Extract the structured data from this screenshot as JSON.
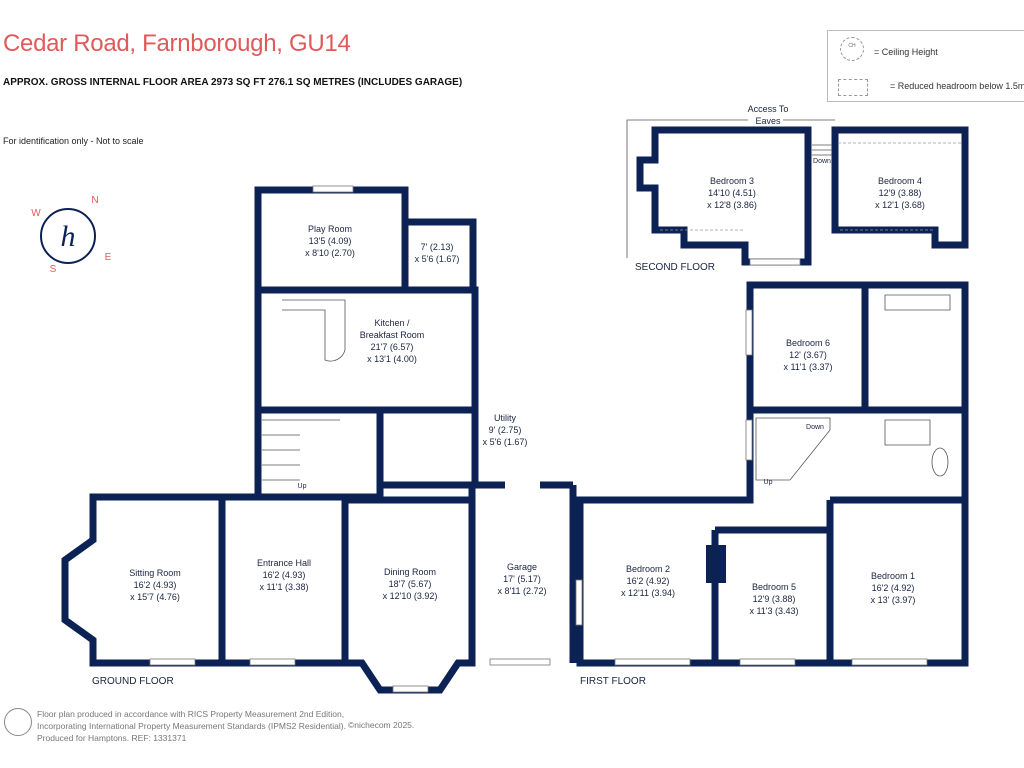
{
  "header": {
    "title": "Cedar Road, Farnborough, GU14",
    "area": "APPROX. GROSS INTERNAL FLOOR AREA 2973 SQ FT 276.1 SQ METRES (INCLUDES GARAGE)",
    "note": "For identification only - Not to scale"
  },
  "legend": {
    "ceiling_symbol": "CH",
    "ceiling_label": "= Ceiling Height",
    "reduced_label": "= Reduced headroom below 1.5m"
  },
  "compass": {
    "w": "W",
    "n": "N",
    "s": "S",
    "e": "E"
  },
  "floors": {
    "ground": {
      "label": "GROUND FLOOR",
      "rooms": [
        {
          "name": "Play Room",
          "dim1": "13'5 (4.09)",
          "dim2": "x 8'10 (2.70)"
        },
        {
          "name": "",
          "dim1": "7' (2.13)",
          "dim2": "x 5'6 (1.67)"
        },
        {
          "name": "Kitchen /",
          "name2": "Breakfast Room",
          "dim1": "21'7 (6.57)",
          "dim2": "x 13'1 (4.00)"
        },
        {
          "name": "Utility",
          "dim1": "9' (2.75)",
          "dim2": "x 5'6 (1.67)"
        },
        {
          "name": "Sitting Room",
          "dim1": "16'2 (4.93)",
          "dim2": "x 15'7 (4.76)"
        },
        {
          "name": "Entrance Hall",
          "dim1": "16'2 (4.93)",
          "dim2": "x 11'1 (3.38)"
        },
        {
          "name": "Dining Room",
          "dim1": "18'7 (5.67)",
          "dim2": "x 12'10 (3.92)"
        },
        {
          "name": "Garage",
          "dim1": "17' (5.17)",
          "dim2": "x 8'11 (2.72)"
        }
      ],
      "stairs": "Up"
    },
    "first": {
      "label": "FIRST FLOOR",
      "rooms": [
        {
          "name": "Bedroom 6",
          "dim1": "12' (3.67)",
          "dim2": "x 11'1 (3.37)"
        },
        {
          "name": "Bedroom 2",
          "dim1": "16'2 (4.92)",
          "dim2": "x 12'11 (3.94)"
        },
        {
          "name": "Bedroom 5",
          "dim1": "12'9 (3.88)",
          "dim2": "x 11'3 (3.43)"
        },
        {
          "name": "Bedroom 1",
          "dim1": "16'2 (4.92)",
          "dim2": "x 13' (3.97)"
        }
      ],
      "stairs_up": "Up",
      "stairs_down": "Down"
    },
    "second": {
      "label": "SECOND FLOOR",
      "access": "Access To",
      "access2": "Eaves",
      "rooms": [
        {
          "name": "Bedroom 3",
          "dim1": "14'10 (4.51)",
          "dim2": "x 12'8 (3.86)"
        },
        {
          "name": "Bedroom 4",
          "dim1": "12'9 (3.88)",
          "dim2": "x 12'1 (3.68)"
        }
      ],
      "stairs_down": "Down"
    }
  },
  "footer": {
    "line1": "Floor plan produced in accordance with RICS Property Measurement 2nd Edition,",
    "line2": "Incorporating International Property Measurement Standards (IPMS2 Residential).",
    "line3": "Produced for Hamptons.   REF:  1331371",
    "copyright": "©nichecom 2025."
  },
  "colors": {
    "walls": "#0c2255",
    "title": "#e05a5a"
  }
}
